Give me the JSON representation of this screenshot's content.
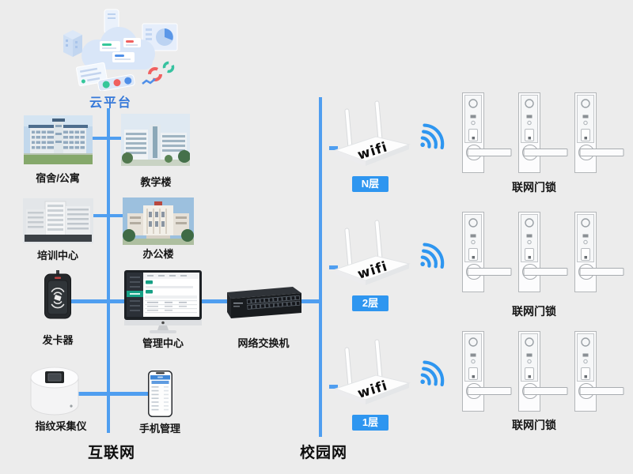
{
  "cloud": {
    "label": "云平台"
  },
  "buildings": [
    {
      "label": "宿舍/公寓"
    },
    {
      "label": "教学楼"
    },
    {
      "label": "培训中心"
    },
    {
      "label": "办公楼"
    }
  ],
  "devices": [
    {
      "label": "发卡器"
    },
    {
      "label": "管理中心"
    },
    {
      "label": "网络交换机"
    },
    {
      "label": "指纹采集仪"
    },
    {
      "label": "手机管理"
    }
  ],
  "networks": {
    "internet_label": "互联网",
    "campus_label": "校园网"
  },
  "routers": {
    "wifi_label": "wifi",
    "floors": [
      "N层",
      "2层",
      "1层"
    ]
  },
  "locks": {
    "group_label": "联网门锁"
  },
  "colors": {
    "background": "#ececec",
    "line_blue": "#4f9ef0",
    "badge_blue": "#2e96f0",
    "cloud_text_blue": "#3679d9",
    "teal_ui": "#16a085",
    "label_black": "#151515"
  }
}
